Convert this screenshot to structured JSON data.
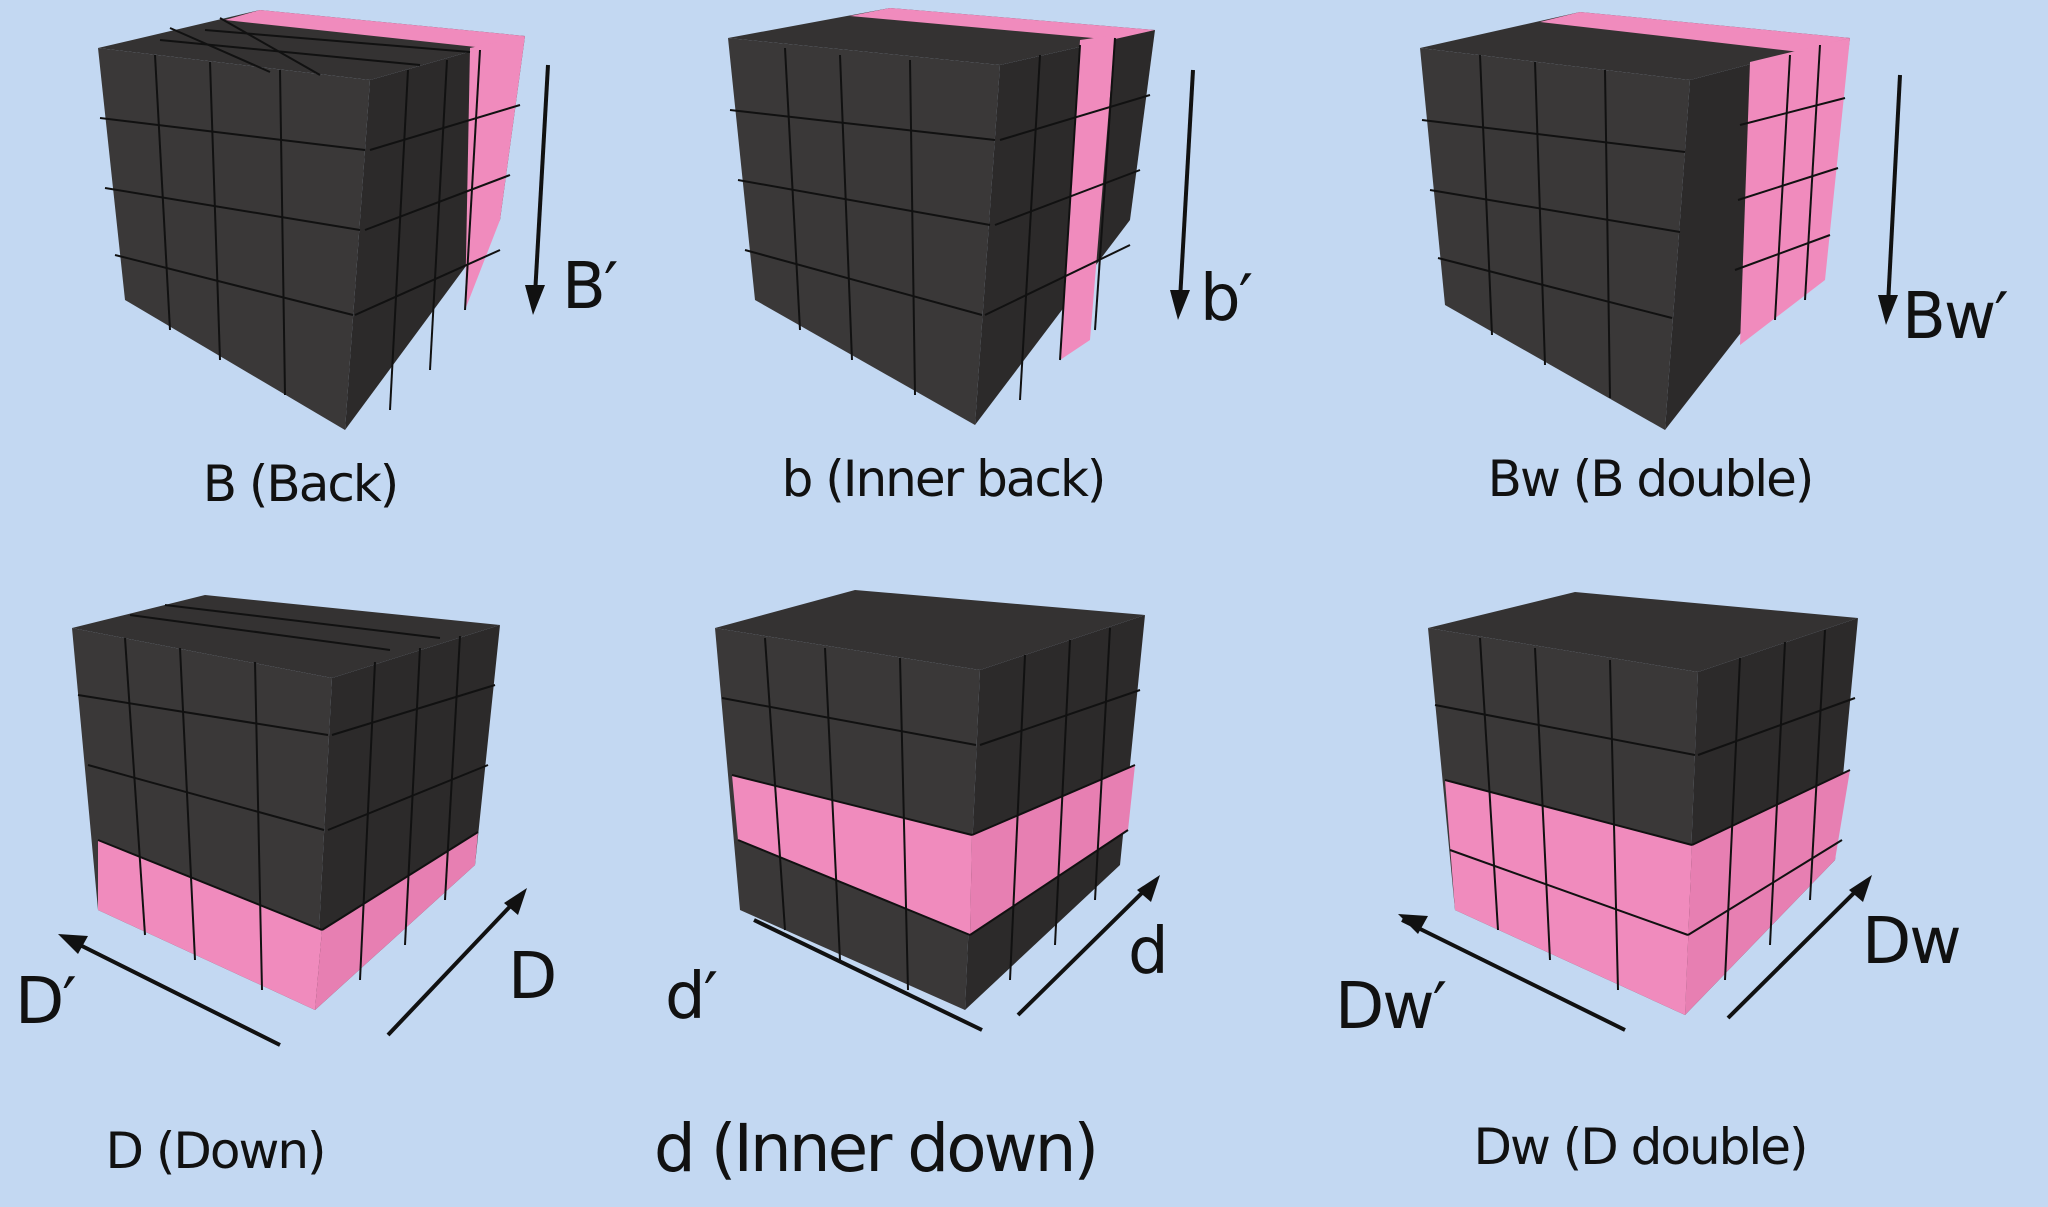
{
  "colors": {
    "background": "#c3d8f2",
    "cube_body": "#3a3838",
    "cube_top": "#343232",
    "cube_side": "#2c2a2a",
    "grid_line": "#111111",
    "highlight": "#f08bbd",
    "highlight_side": "#e77fb2"
  },
  "panels": [
    {
      "id": "B",
      "caption": "B (Back)",
      "notations": [
        "B′"
      ],
      "highlight": "back-layer"
    },
    {
      "id": "b",
      "caption": "b (Inner back)",
      "notations": [
        "b′"
      ],
      "highlight": "inner-back-layer"
    },
    {
      "id": "Bw",
      "caption": "Bw (B double)",
      "notations": [
        "Bw′"
      ],
      "highlight": "back-two-layers"
    },
    {
      "id": "D",
      "caption": "D (Down)",
      "notations": [
        "D′",
        "D"
      ],
      "highlight": "bottom-layer"
    },
    {
      "id": "d",
      "caption": "d (Inner down)",
      "notations": [
        "d′",
        "d"
      ],
      "highlight": "inner-bottom-layer"
    },
    {
      "id": "Dw",
      "caption": "Dw (D double)",
      "notations": [
        "Dw′",
        "Dw"
      ],
      "highlight": "bottom-two-layers"
    }
  ]
}
